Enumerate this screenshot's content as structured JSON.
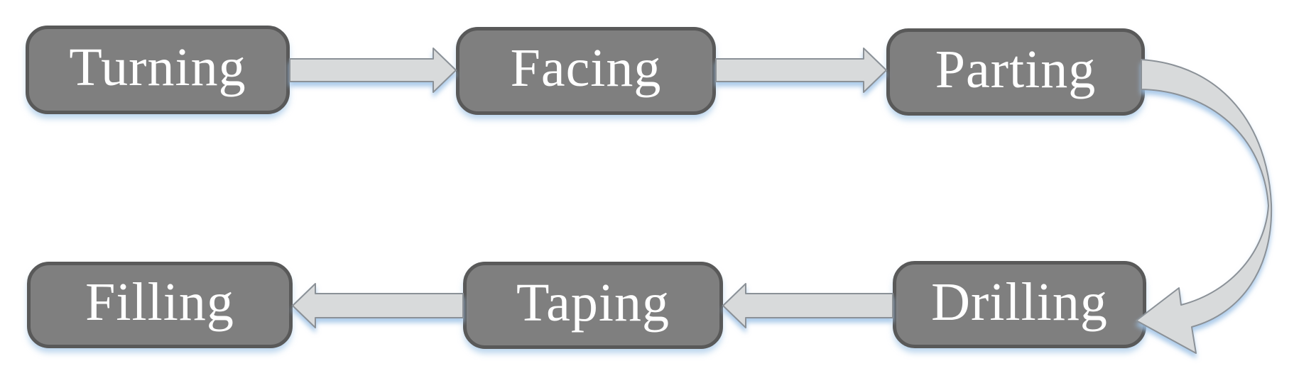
{
  "diagram": {
    "type": "flowchart",
    "nodes": [
      {
        "id": "turning",
        "label": "Turning"
      },
      {
        "id": "facing",
        "label": "Facing"
      },
      {
        "id": "parting",
        "label": "Parting"
      },
      {
        "id": "drilling",
        "label": "Drilling"
      },
      {
        "id": "taping",
        "label": "Taping"
      },
      {
        "id": "filling",
        "label": "Filling"
      }
    ],
    "edges": [
      {
        "from": "Turning",
        "to": "Facing",
        "style": "straight-right"
      },
      {
        "from": "Facing",
        "to": "Parting",
        "style": "straight-right"
      },
      {
        "from": "Parting",
        "to": "Drilling",
        "style": "curved-down"
      },
      {
        "from": "Drilling",
        "to": "Taping",
        "style": "straight-left"
      },
      {
        "from": "Taping",
        "to": "Filling",
        "style": "straight-left"
      }
    ],
    "colors": {
      "node_fill": "#7f7f7f",
      "node_border": "#595959",
      "node_text": "#ffffff",
      "arrow_fill": "#d8dadb",
      "arrow_stroke": "#8b9197",
      "glow": "#aecbe9",
      "background": "#ffffff"
    }
  }
}
